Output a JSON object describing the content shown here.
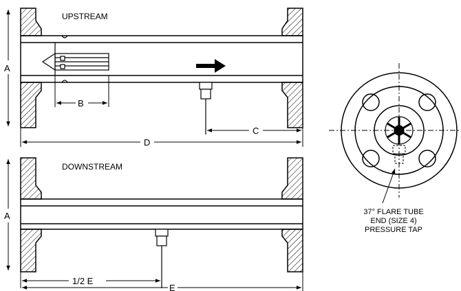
{
  "upstream": {
    "title": "UPSTREAM",
    "dim_a": "A",
    "dim_b": "B",
    "dim_c": "C",
    "dim_d": "D"
  },
  "downstream": {
    "title": "DOWNSTREAM",
    "dim_a": "A",
    "dim_half_e": "1/2 E",
    "dim_e": "E"
  },
  "end_view": {
    "callout_lines": [
      "37° FLARE TUBE",
      "END (SIZE 4)",
      "PRESSURE TAP"
    ]
  }
}
